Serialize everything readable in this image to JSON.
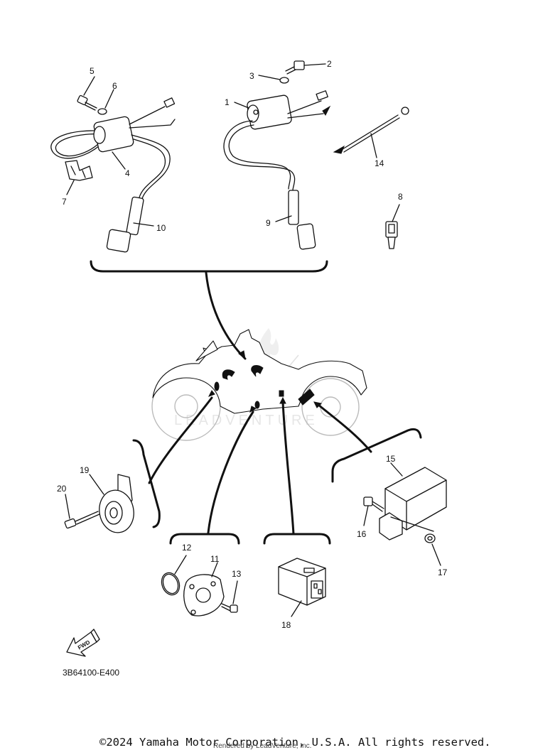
{
  "callouts": [
    "1",
    "2",
    "3",
    "4",
    "5",
    "6",
    "7",
    "8",
    "9",
    "10",
    "11",
    "12",
    "13",
    "14",
    "15",
    "16",
    "17",
    "18",
    "19",
    "20"
  ],
  "fwd_label": "FWD",
  "diagram_code": "3B64100-E400",
  "copyright": "©2024 Yamaha Motor Corporation, U.S.A. All rights reserved.",
  "rendered_by": "Rendered by LeadVenture, Inc.",
  "watermark": "LEADVENTURE"
}
